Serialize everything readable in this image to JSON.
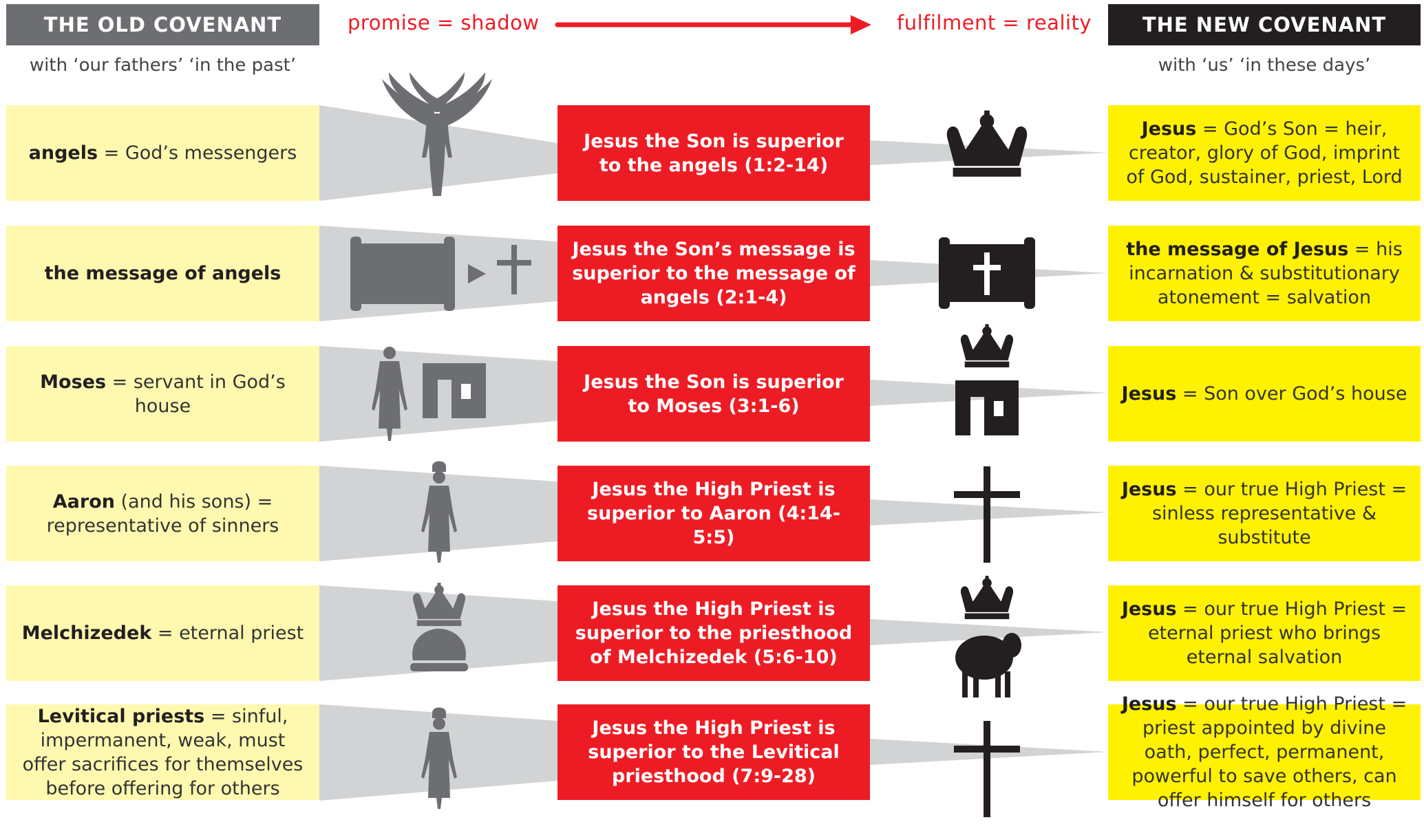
{
  "header": {
    "old_covenant": "THE OLD COVENANT",
    "new_covenant": "THE NEW COVENANT",
    "old_sub": "with ‘our fathers’ ‘in the past’",
    "new_sub": "with ‘us’ ‘in these days’",
    "promise": "promise = shadow",
    "fulfilment": "fulfilment = reality"
  },
  "colors": {
    "old_header": "#6d6e71",
    "new_header": "#231f20",
    "old_cell": "#fff9b0",
    "middle_cell": "#ed1c24",
    "new_cell": "#fff200",
    "beam": "#d1d3d4",
    "old_icon": "#6d6e71",
    "new_icon": "#231f20"
  },
  "rows": [
    {
      "left_bold": "angels",
      "left_rest": " = God’s messengers",
      "middle": "Jesus the Son is superior to the angels (1:2-14)",
      "right_bold": "Jesus",
      "right_rest": " = God’s Son = heir, creator, glory of God, imprint of God, sustainer, priest, Lord",
      "old_icons": [
        "angel-icon"
      ],
      "new_icons": [
        "crown-icon"
      ]
    },
    {
      "left_bold": "the message of angels",
      "left_rest": "",
      "middle": "Jesus the Son’s message is superior to the message of angels (2:1-4)",
      "right_bold": "the message of Jesus",
      "right_rest": " = his incarnation & substitutionary atonement = salvation",
      "old_icons": [
        "scroll-icon",
        "play-arrow-icon",
        "cross-icon"
      ],
      "new_icons": [
        "scroll-with-cross-icon"
      ]
    },
    {
      "left_bold": "Moses",
      "left_rest": " = servant in God’s house",
      "middle": "Jesus the Son is superior to Moses (3:1-6)",
      "right_bold": "Jesus",
      "right_rest": " = Son over God’s house",
      "old_icons": [
        "person-icon",
        "house-icon"
      ],
      "new_icons": [
        "crown-icon",
        "house-icon"
      ]
    },
    {
      "left_bold": "Aaron",
      "left_rest": " (and his sons) = representative of sinners",
      "middle": "Jesus the High Priest is superior to Aaron (4:14-5:5)",
      "right_bold": "Jesus",
      "right_rest": " = our true High Priest = sinless representative & substitute",
      "old_icons": [
        "priest-icon"
      ],
      "new_icons": [
        "cross-icon"
      ]
    },
    {
      "left_bold": "Melchizedek",
      "left_rest": " = eternal priest",
      "middle": "Jesus the High Priest is superior to the priesthood of Melchizedek (5:6-10)",
      "right_bold": "Jesus",
      "right_rest": " = our true High Priest = eternal priest who brings eternal salvation",
      "old_icons": [
        "crown-icon",
        "bread-icon"
      ],
      "new_icons": [
        "crown-icon",
        "lamb-icon"
      ]
    },
    {
      "left_bold": "Levitical priests",
      "left_rest": " = sinful, impermanent, weak, must offer sacrifices for themselves before offering for others",
      "middle": "Jesus the High Priest is superior to the Levitical priesthood (7:9-28)",
      "right_bold": "Jesus",
      "right_rest": " = our true High Priest = priest appointed by divine oath, perfect, permanent, powerful to save others, can offer himself for others",
      "old_icons": [
        "priest-icon"
      ],
      "new_icons": [
        "cross-icon"
      ]
    }
  ]
}
